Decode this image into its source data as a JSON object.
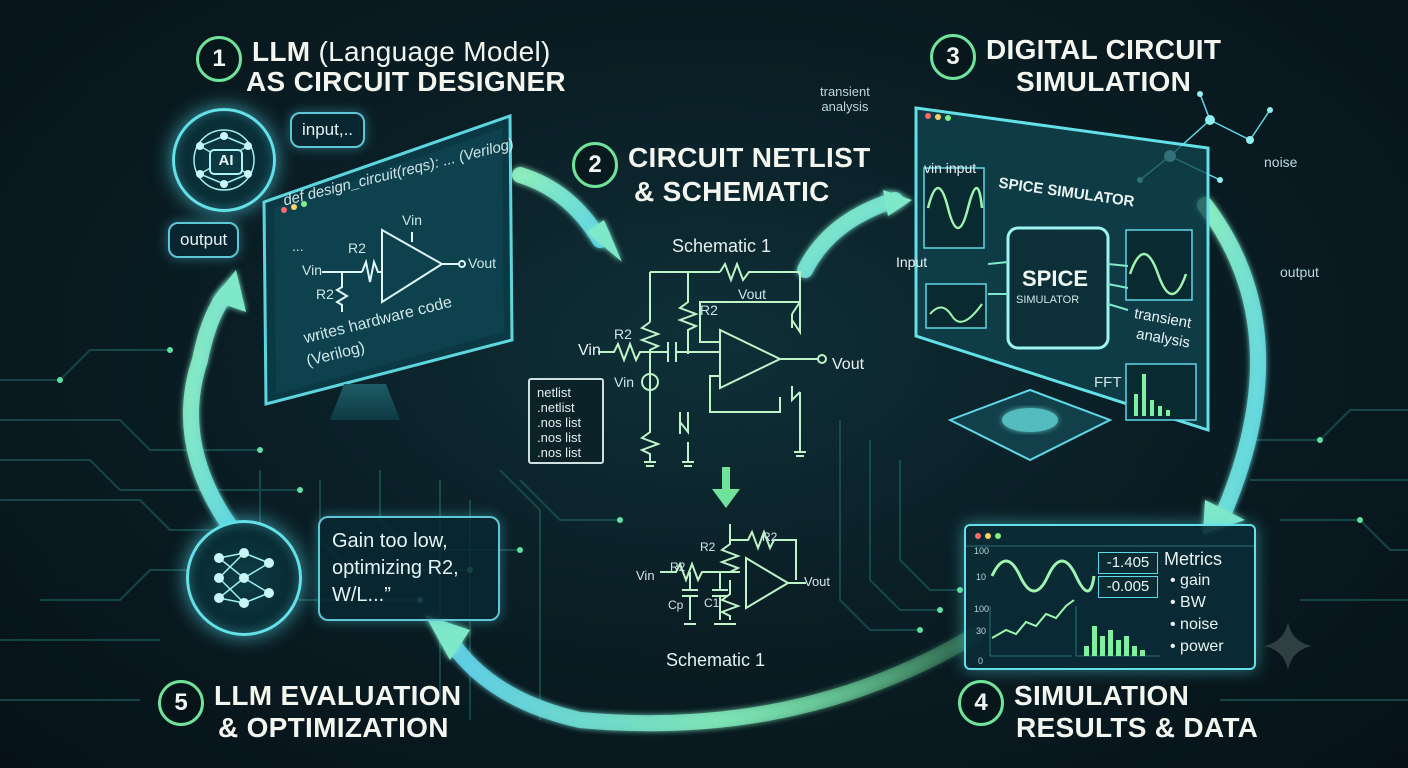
{
  "steps": {
    "s1": {
      "num": "1",
      "line1_bold": "LLM",
      "line1_light": "(Language Model)",
      "line2": "AS CIRCUIT DESIGNER"
    },
    "s2": {
      "num": "2",
      "line1": "CIRCUIT NETLIST",
      "line2": "& SCHEMATIC"
    },
    "s3": {
      "num": "3",
      "line1": "DIGITAL CIRCUIT",
      "line2": "SIMULATION"
    },
    "s4": {
      "num": "4",
      "line1": "SIMULATION",
      "line2": "RESULTS & DATA"
    },
    "s5": {
      "num": "5",
      "line1": "LLM EVALUATION",
      "line2": "& OPTIMIZATION"
    }
  },
  "designer": {
    "ai_label": "AI",
    "input_bubble": "input,..",
    "output_bubble": "output",
    "code_line": "def design_circuit(reqs): ... (Verilog)",
    "ellipsis_top": "...",
    "r2": "R2",
    "vin": "Vin",
    "vin_top": "Vin",
    "vout": "Vout",
    "ellipsis_bottom": "...",
    "writes_line1": "writes hardware code",
    "writes_line2": "(Verilog)"
  },
  "schematic": {
    "title_top": "Schematic 1",
    "title_bottom": "Schematic 1",
    "r2_a": "R2",
    "r2_b": "R2",
    "vout_top": "Vout",
    "vin": "Vin",
    "vin_source": "Vin",
    "vout": "Vout",
    "netlist_lines": [
      "netlist",
      ".netlist",
      ".nos list",
      ".nos list",
      ".nos list"
    ],
    "small_vin": "Vin",
    "small_r2": "R2",
    "small_r2_top": "R2",
    "small_r2_right": "R2",
    "small_cp": "Cp",
    "small_c1": "C1",
    "small_vout": "Vout"
  },
  "simulator": {
    "transient_top": "transient\nanalysis",
    "noise": "noise",
    "output": "output",
    "vin_input": "vin input",
    "spice_title": "SPICE SIMULATOR",
    "input": "Input",
    "chip_line1": "SPICE",
    "chip_line2": "SIMULATOR",
    "transient_line1": "transient",
    "transient_line2": "analysis",
    "fft": "FFT"
  },
  "results": {
    "axis_100a": "100",
    "axis_10": "10",
    "axis_100b": "100",
    "axis_30": "30",
    "axis_0": "0",
    "value1": "-1.405",
    "value2": "-0.005",
    "metrics_title": "Metrics",
    "metrics": [
      "gain",
      "BW",
      "noise",
      "power"
    ]
  },
  "feedback": {
    "bubble_lines": [
      "Gain too low,",
      "optimizing R2,",
      "W/L...”"
    ]
  },
  "colors": {
    "accent_green": "#6fe39a",
    "accent_cyan": "#63e0e8",
    "background": "#08171d"
  }
}
